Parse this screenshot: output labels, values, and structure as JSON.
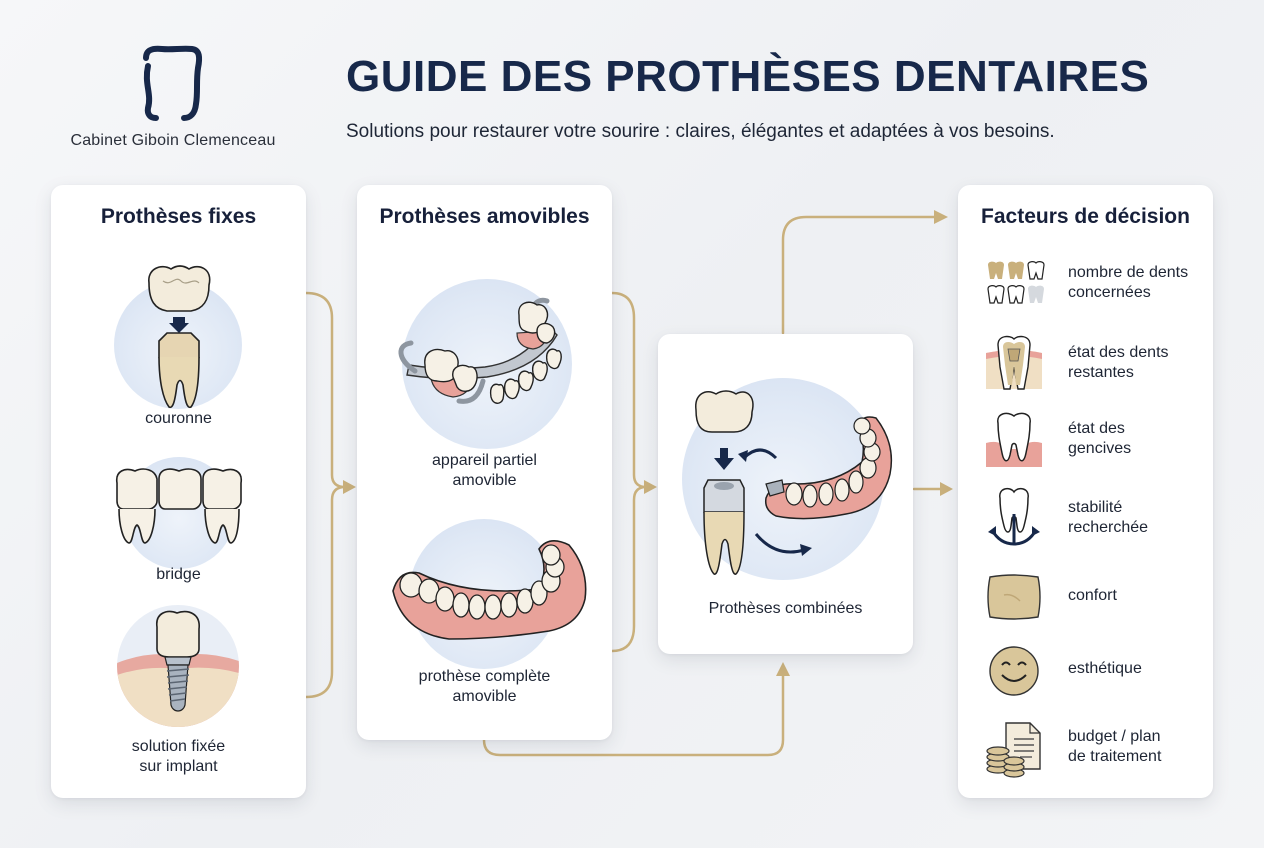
{
  "brand": {
    "name": "Cabinet Giboin Clemenceau",
    "logo_icon": "tooth-outline-icon",
    "color": "#17284a"
  },
  "header": {
    "title": "GUIDE DES PROTHÈSES DENTAIRES",
    "subtitle": "Solutions pour restaurer votre sourire : claires, élégantes et adaptées à vos besoins."
  },
  "colors": {
    "navy": "#17284a",
    "connector_gold": "#c9b07c",
    "card_bg": "#ffffff",
    "circle_bg": "#dfe8f5",
    "gum_pink": "#e8a29a",
    "tooth_ivory": "#f3ecdc"
  },
  "fixed": {
    "title": "Prothèses fixes",
    "items": [
      {
        "label": "couronne",
        "icon": "crown-on-tooth-icon"
      },
      {
        "label": "bridge",
        "icon": "dental-bridge-icon"
      },
      {
        "label_line1": "solution fixée",
        "label_line2": "sur implant",
        "icon": "dental-implant-icon"
      }
    ]
  },
  "removable": {
    "title": "Prothèses amovibles",
    "items": [
      {
        "label_line1": "appareil partiel",
        "label_line2": "amovible",
        "icon": "partial-denture-icon"
      },
      {
        "label_line1": "prothèse complète",
        "label_line2": "amovible",
        "icon": "complete-denture-icon"
      }
    ]
  },
  "combined": {
    "label": "Prothèses combinées",
    "icon": "combined-prosthesis-icon"
  },
  "factors": {
    "title": "Facteurs de décision",
    "items": [
      {
        "line1": "nombre de dents",
        "line2": "concernées",
        "icon": "teeth-count-icon"
      },
      {
        "line1": "état des dents",
        "line2": "restantes",
        "icon": "tooth-cross-section-icon"
      },
      {
        "line1": "état des",
        "line2": "gencives",
        "icon": "tooth-gum-icon"
      },
      {
        "line1": "stabilité",
        "line2": "recherchée",
        "icon": "tooth-anchor-icon"
      },
      {
        "line1": "confort",
        "line2": "",
        "icon": "pillow-icon"
      },
      {
        "line1": "esthétique",
        "line2": "",
        "icon": "smiley-icon"
      },
      {
        "line1": "budget / plan",
        "line2": "de traitement",
        "icon": "coins-document-icon"
      }
    ]
  },
  "flow": [
    {
      "from": "Prothèses fixes",
      "to": "Prothèses combinées"
    },
    {
      "from": "Prothèses amovibles",
      "to": "Prothèses combinées"
    },
    {
      "from": "Prothèses combinées",
      "to": "Facteurs de décision"
    }
  ]
}
